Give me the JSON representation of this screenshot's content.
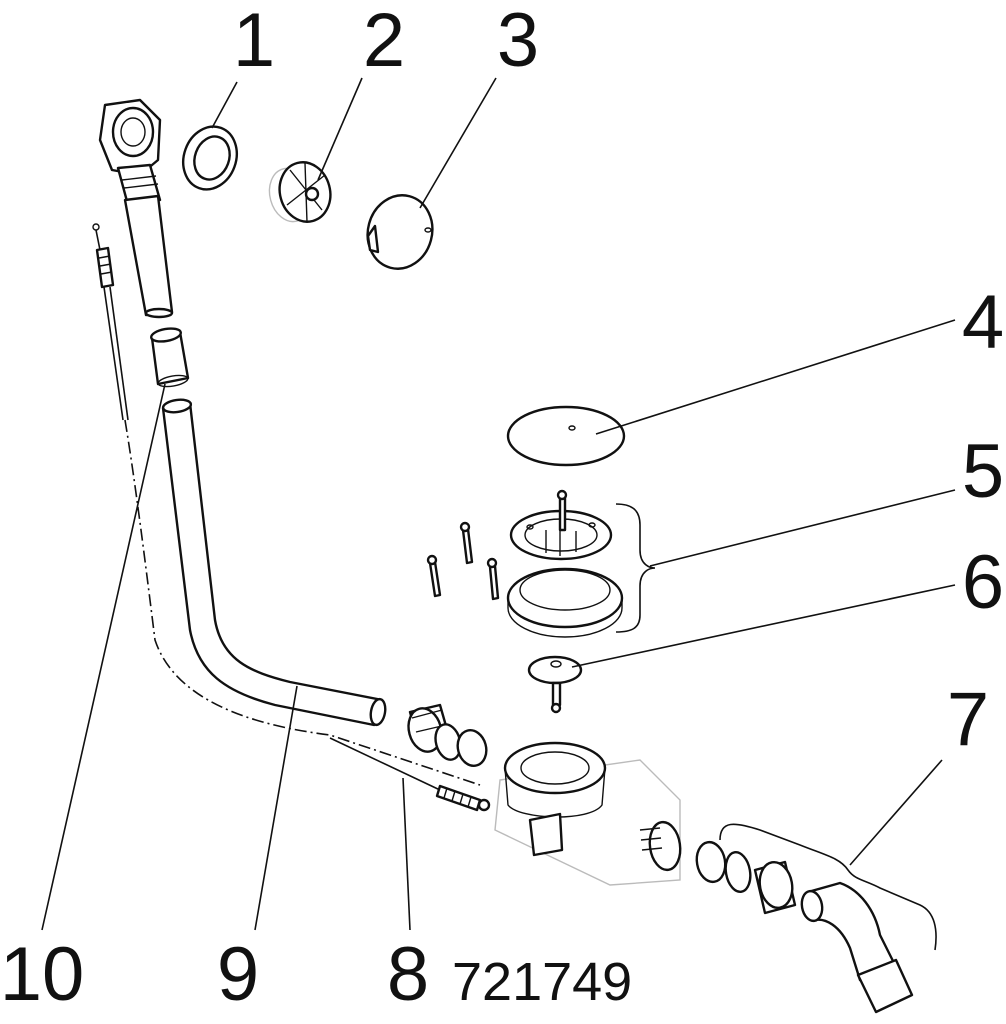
{
  "diagram": {
    "part_labels": [
      "1",
      "2",
      "3",
      "4",
      "5",
      "6",
      "7",
      "8",
      "9",
      "10"
    ],
    "article_number": "721749"
  }
}
